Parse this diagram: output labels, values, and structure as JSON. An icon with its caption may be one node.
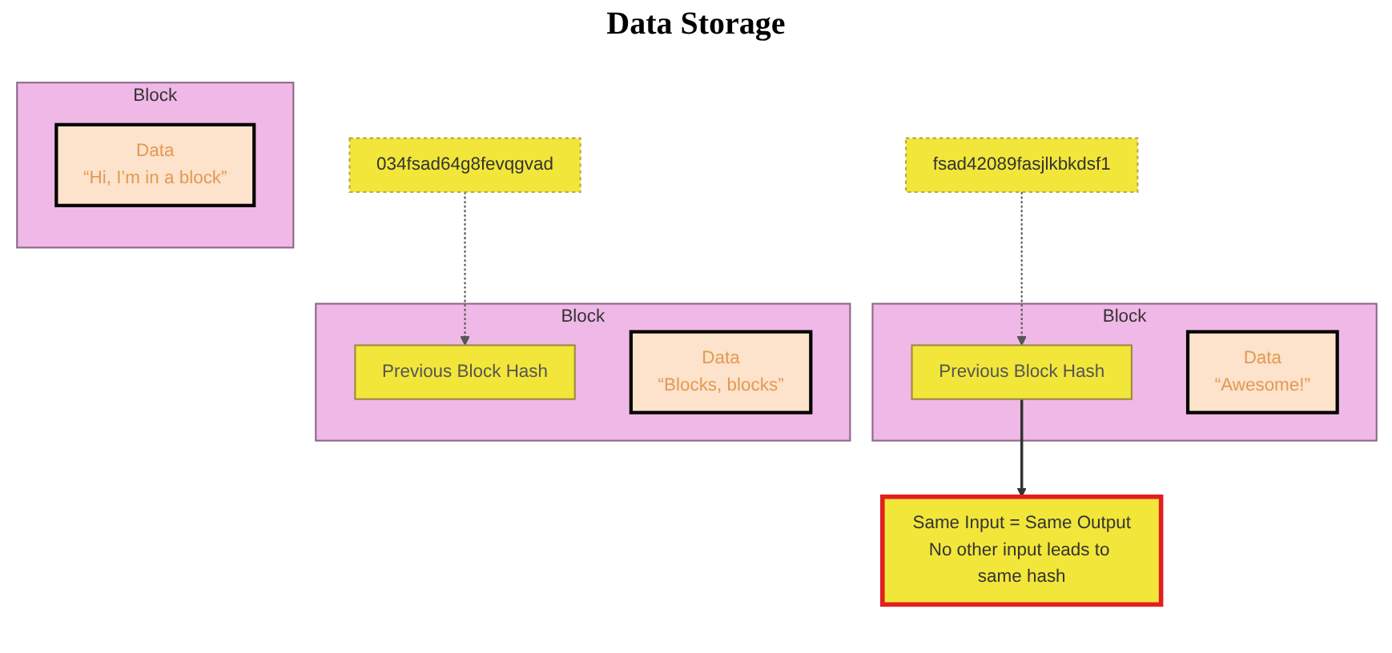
{
  "diagram": {
    "title": "Data Storage",
    "nodes": [
      {
        "text": [
          "Block"
        ]
      },
      {
        "text": [
          "fsad42089fasjlkbkdsf1"
        ]
      },
      {
        "text": [
          "Data",
          "“Hi, I’m in a block”"
        ],
        "in": 0
      },
      {
        "text": [
          "Block"
        ]
      },
      {
        "text": [
          "034fsad64g8fevqgvad"
        ]
      },
      {
        "text": [
          "Previous Block Hash"
        ],
        "in": 3
      },
      {
        "text": [
          "Data",
          "“Awesome!”"
        ],
        "in": 3
      },
      {
        "text": [
          "Block"
        ]
      },
      {
        "text": [
          "Previous Block Hash"
        ],
        "in": 7
      },
      {
        "text": [
          "Data",
          "“Blocks, blocks”"
        ],
        "in": 7
      },
      {
        "text": [
          "Same Input = Same Output",
          "No other input leads to same hash"
        ]
      }
    ],
    "edges": [
      {
        "from": 1,
        "to": 5,
        "arrow": "to",
        "style": "dashed"
      },
      {
        "from": 4,
        "to": 8,
        "arrow": "to",
        "style": "dashed"
      },
      {
        "from": 5,
        "to": 10,
        "arrow": "to",
        "color": "#333333"
      }
    ]
  }
}
